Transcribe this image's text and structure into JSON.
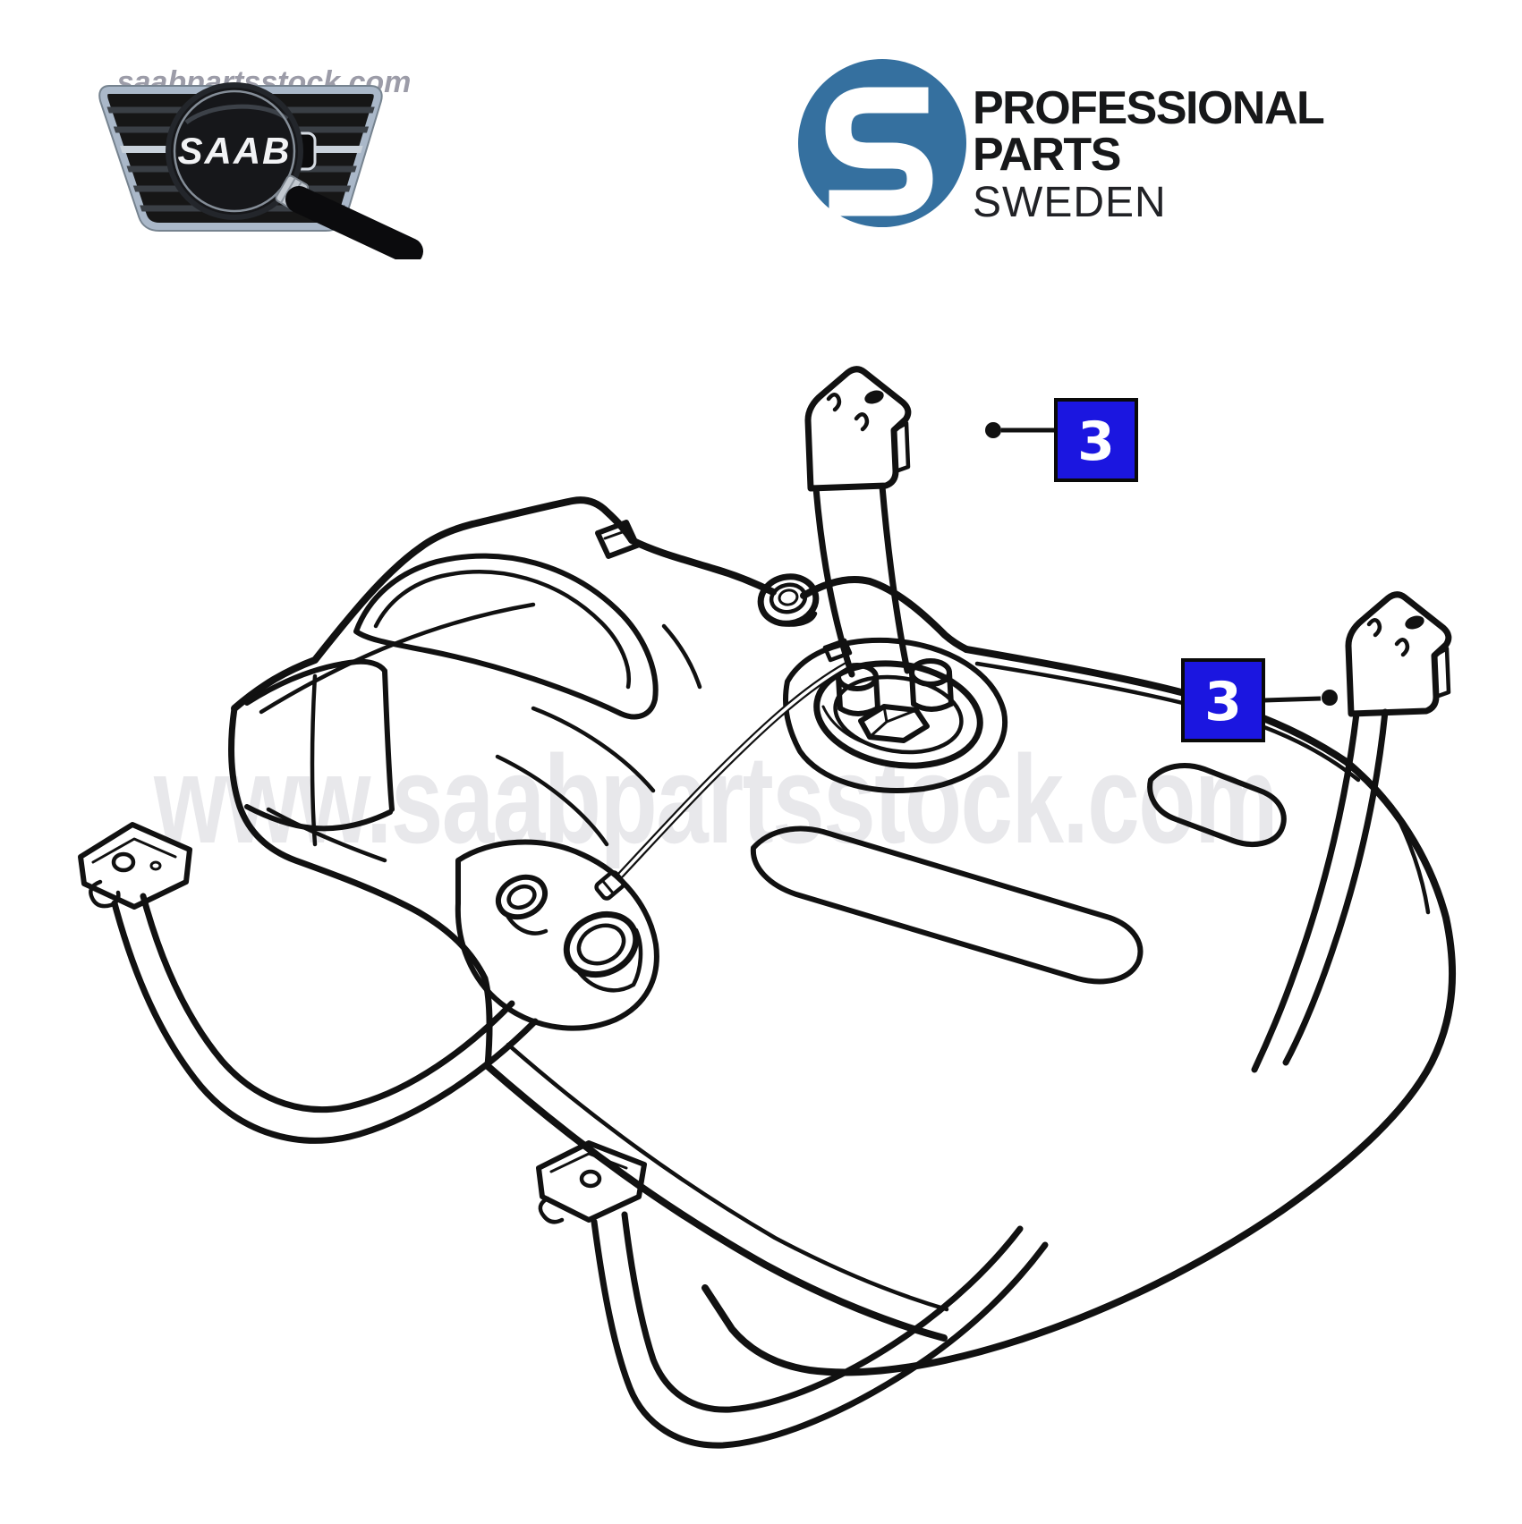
{
  "header": {
    "saab_logo": {
      "site_text": "saabpartsstock.com",
      "lens_text": "SAAB"
    },
    "pp_logo": {
      "line1": "PROFESSIONAL",
      "line2": "PARTS",
      "line3": "SWEDEN"
    }
  },
  "diagram": {
    "watermark": "www.saabpartsstock.com",
    "callouts": [
      {
        "number": "3"
      },
      {
        "number": "3"
      }
    ],
    "colors": {
      "line": "#111111",
      "callout_bg": "#1b16e0",
      "callout_text": "#ffffff",
      "watermark": "#e8e8eb",
      "pp_blue": "#35709f",
      "site_text_gray": "#9c9ca8"
    }
  }
}
